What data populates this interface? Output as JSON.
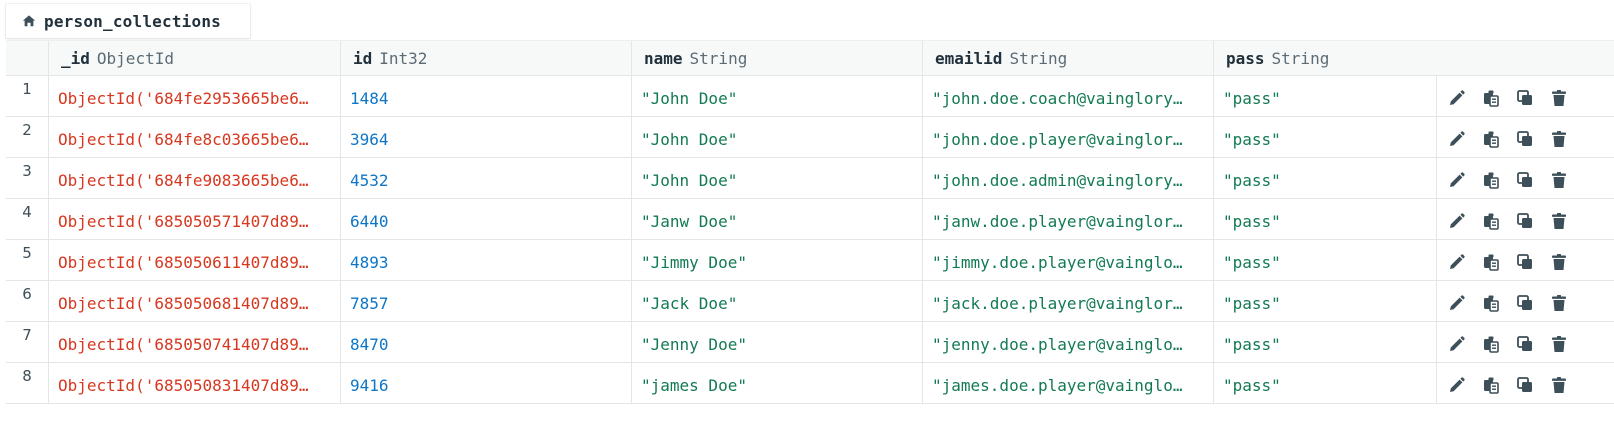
{
  "tab": {
    "title": "person_collections"
  },
  "columns": [
    {
      "field": "_id",
      "type": "ObjectId"
    },
    {
      "field": "id",
      "type": "Int32"
    },
    {
      "field": "name",
      "type": "String"
    },
    {
      "field": "emailid",
      "type": "String"
    },
    {
      "field": "pass",
      "type": "String"
    }
  ],
  "rows": [
    {
      "num": "1",
      "oid": "ObjectId('684fe2953665be6…",
      "id": "1484",
      "name": "\"John Doe\"",
      "email": "\"john.doe.coach@vainglory…",
      "pass": "\"pass\""
    },
    {
      "num": "2",
      "oid": "ObjectId('684fe8c03665be6…",
      "id": "3964",
      "name": "\"John Doe\"",
      "email": "\"john.doe.player@vainglor…",
      "pass": "\"pass\""
    },
    {
      "num": "3",
      "oid": "ObjectId('684fe9083665be6…",
      "id": "4532",
      "name": "\"John Doe\"",
      "email": "\"john.doe.admin@vainglory…",
      "pass": "\"pass\""
    },
    {
      "num": "4",
      "oid": "ObjectId('685050571407d89…",
      "id": "6440",
      "name": "\"Janw Doe\"",
      "email": "\"janw.doe.player@vainglor…",
      "pass": "\"pass\""
    },
    {
      "num": "5",
      "oid": "ObjectId('685050611407d89…",
      "id": "4893",
      "name": "\"Jimmy Doe\"",
      "email": "\"jimmy.doe.player@vainglo…",
      "pass": "\"pass\""
    },
    {
      "num": "6",
      "oid": "ObjectId('685050681407d89…",
      "id": "7857",
      "name": "\"Jack Doe\"",
      "email": "\"jack.doe.player@vainglor…",
      "pass": "\"pass\""
    },
    {
      "num": "7",
      "oid": "ObjectId('685050741407d89…",
      "id": "8470",
      "name": "\"Jenny Doe\"",
      "email": "\"jenny.doe.player@vainglo…",
      "pass": "\"pass\""
    },
    {
      "num": "8",
      "oid": "ObjectId('685050831407d89…",
      "id": "9416",
      "name": "\"james Doe\"",
      "email": "\"james.doe.player@vainglo…",
      "pass": "\"pass\""
    }
  ],
  "row_actions": [
    "edit-icon",
    "copy-document-icon",
    "clone-document-icon",
    "delete-icon"
  ],
  "colors": {
    "objectid": "#d8371f",
    "int": "#0e76c7",
    "string": "#137a53",
    "icon": "#3d4f58"
  }
}
